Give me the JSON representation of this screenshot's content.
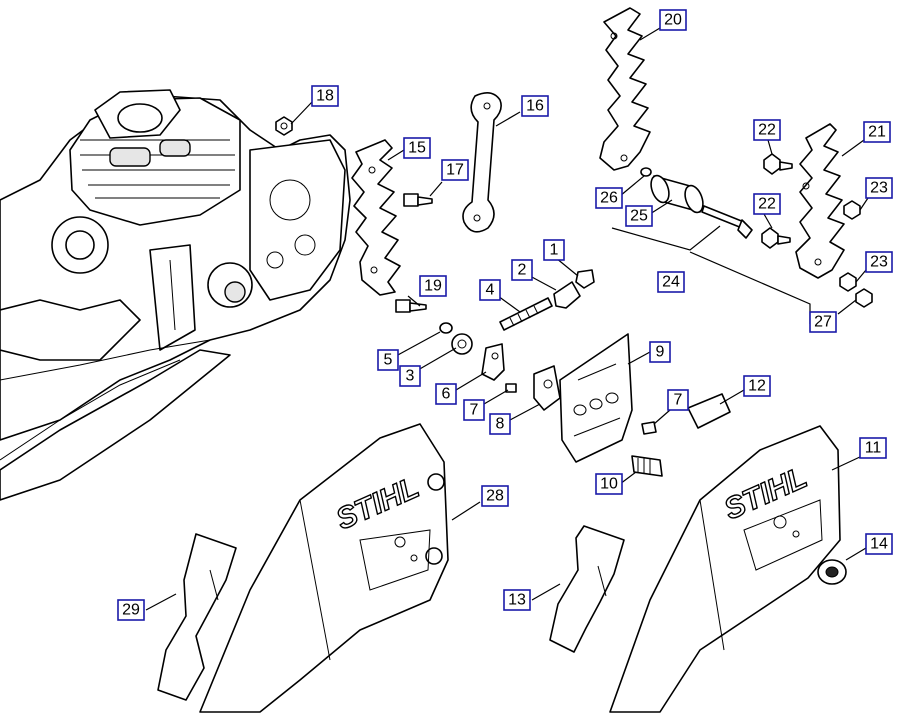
{
  "brand": {
    "logo_text": "STIHL"
  },
  "callouts": [
    {
      "id": "c1",
      "label": "1"
    },
    {
      "id": "c2",
      "label": "2"
    },
    {
      "id": "c3",
      "label": "3"
    },
    {
      "id": "c4",
      "label": "4"
    },
    {
      "id": "c5",
      "label": "5"
    },
    {
      "id": "c6",
      "label": "6"
    },
    {
      "id": "c7a",
      "label": "7"
    },
    {
      "id": "c7b",
      "label": "7"
    },
    {
      "id": "c8",
      "label": "8"
    },
    {
      "id": "c9",
      "label": "9"
    },
    {
      "id": "c10",
      "label": "10"
    },
    {
      "id": "c11",
      "label": "11"
    },
    {
      "id": "c12",
      "label": "12"
    },
    {
      "id": "c13",
      "label": "13"
    },
    {
      "id": "c14",
      "label": "14"
    },
    {
      "id": "c15",
      "label": "15"
    },
    {
      "id": "c16",
      "label": "16"
    },
    {
      "id": "c17",
      "label": "17"
    },
    {
      "id": "c18",
      "label": "18"
    },
    {
      "id": "c19",
      "label": "19"
    },
    {
      "id": "c20",
      "label": "20"
    },
    {
      "id": "c21",
      "label": "21"
    },
    {
      "id": "c22a",
      "label": "22"
    },
    {
      "id": "c22b",
      "label": "22"
    },
    {
      "id": "c23a",
      "label": "23"
    },
    {
      "id": "c23b",
      "label": "23"
    },
    {
      "id": "c24",
      "label": "24"
    },
    {
      "id": "c25",
      "label": "25"
    },
    {
      "id": "c26",
      "label": "26"
    },
    {
      "id": "c27",
      "label": "27"
    },
    {
      "id": "c28",
      "label": "28"
    },
    {
      "id": "c29",
      "label": "29"
    }
  ]
}
